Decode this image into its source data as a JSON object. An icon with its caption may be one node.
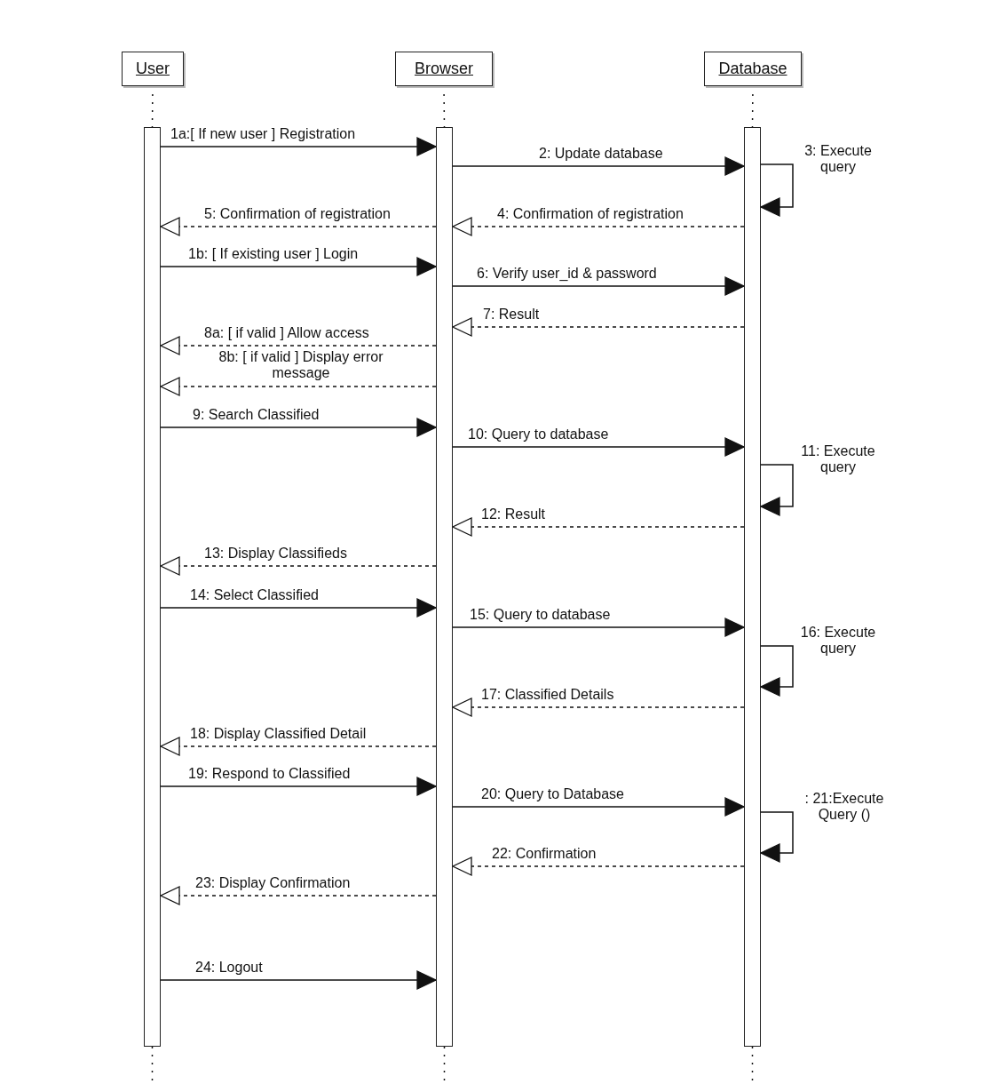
{
  "diagram": {
    "nodes": [
      {
        "text": [
          "User"
        ]
      },
      {
        "text": [
          "Browser"
        ]
      },
      {
        "text": [
          "Database"
        ]
      },
      {
        "text": [],
        "shape": "bar"
      },
      {
        "text": [],
        "shape": "bar"
      },
      {
        "text": [],
        "shape": "bar"
      }
    ],
    "edges": [
      {
        "from": 0,
        "to": 3,
        "arrow": "none",
        "style": "dashed"
      },
      {
        "from": 1,
        "to": 4,
        "arrow": "none",
        "style": "dashed"
      },
      {
        "from": 2,
        "to": 5,
        "arrow": "none",
        "style": "dashed"
      },
      {
        "from": 3,
        "to": null,
        "arrow": "none",
        "style": "dashed"
      },
      {
        "from": 4,
        "to": null,
        "arrow": "none",
        "style": "dashed"
      },
      {
        "from": 5,
        "to": null,
        "arrow": "none",
        "style": "dashed"
      },
      {
        "from": 3,
        "to": 4,
        "arrow": "to",
        "label": "1a:[ If new user ] Registration"
      },
      {
        "from": 4,
        "to": 5,
        "arrow": "to",
        "label": "2: Update database"
      },
      {
        "from": 5,
        "to": 5,
        "arrow": "to",
        "label": "3: Execute query"
      },
      {
        "from": 5,
        "to": 4,
        "arrow": "to",
        "style": "dashed",
        "label": "4: Confirmation of registration"
      },
      {
        "from": 4,
        "to": 3,
        "arrow": "to",
        "style": "dashed",
        "label": "5: Confirmation of registration"
      },
      {
        "from": 3,
        "to": 4,
        "arrow": "to",
        "label": "1b: [ If existing user ] Login"
      },
      {
        "from": 4,
        "to": 5,
        "arrow": "to",
        "label": "6: Verify user_id & password"
      },
      {
        "from": 5,
        "to": 4,
        "arrow": "to",
        "style": "dashed",
        "label": "7: Result"
      },
      {
        "from": 4,
        "to": 3,
        "arrow": "to",
        "style": "dashed",
        "label": "8a: [ if valid ] Allow access"
      },
      {
        "from": 4,
        "to": 3,
        "arrow": "to",
        "style": "dashed",
        "label": "8b: [ if valid ] Display error message"
      },
      {
        "from": 3,
        "to": 4,
        "arrow": "to",
        "label": "9: Search Classified"
      },
      {
        "from": 4,
        "to": 5,
        "arrow": "to",
        "label": "10: Query to database"
      },
      {
        "from": 5,
        "to": 5,
        "arrow": "to",
        "label": "11: Execute query"
      },
      {
        "from": 5,
        "to": 4,
        "arrow": "to",
        "style": "dashed",
        "label": "12: Result"
      },
      {
        "from": 4,
        "to": 3,
        "arrow": "to",
        "style": "dashed",
        "label": "13: Display Classifieds"
      },
      {
        "from": 3,
        "to": 4,
        "arrow": "to",
        "label": "14: Select Classified"
      },
      {
        "from": 4,
        "to": 5,
        "arrow": "to",
        "label": "15: Query to database"
      },
      {
        "from": 5,
        "to": 5,
        "arrow": "to",
        "label": "16: Execute query"
      },
      {
        "from": 5,
        "to": 4,
        "arrow": "to",
        "style": "dashed",
        "label": "17: Classified Details"
      },
      {
        "from": 4,
        "to": 3,
        "arrow": "to",
        "style": "dashed",
        "label": "18: Display Classified Detail"
      },
      {
        "from": 3,
        "to": 4,
        "arrow": "to",
        "label": "19: Respond to Classified"
      },
      {
        "from": 4,
        "to": 5,
        "arrow": "to",
        "label": "20: Query to Database"
      },
      {
        "from": 5,
        "to": 5,
        "arrow": "to",
        "label": ": 21:Execute Query ()"
      },
      {
        "from": 5,
        "to": 4,
        "arrow": "to",
        "style": "dashed",
        "label": "22: Confirmation"
      },
      {
        "from": 4,
        "to": 3,
        "arrow": "to",
        "style": "dashed",
        "label": "23: Display Confirmation"
      },
      {
        "from": 3,
        "to": 4,
        "arrow": "to",
        "label": "24: Logout"
      }
    ]
  }
}
